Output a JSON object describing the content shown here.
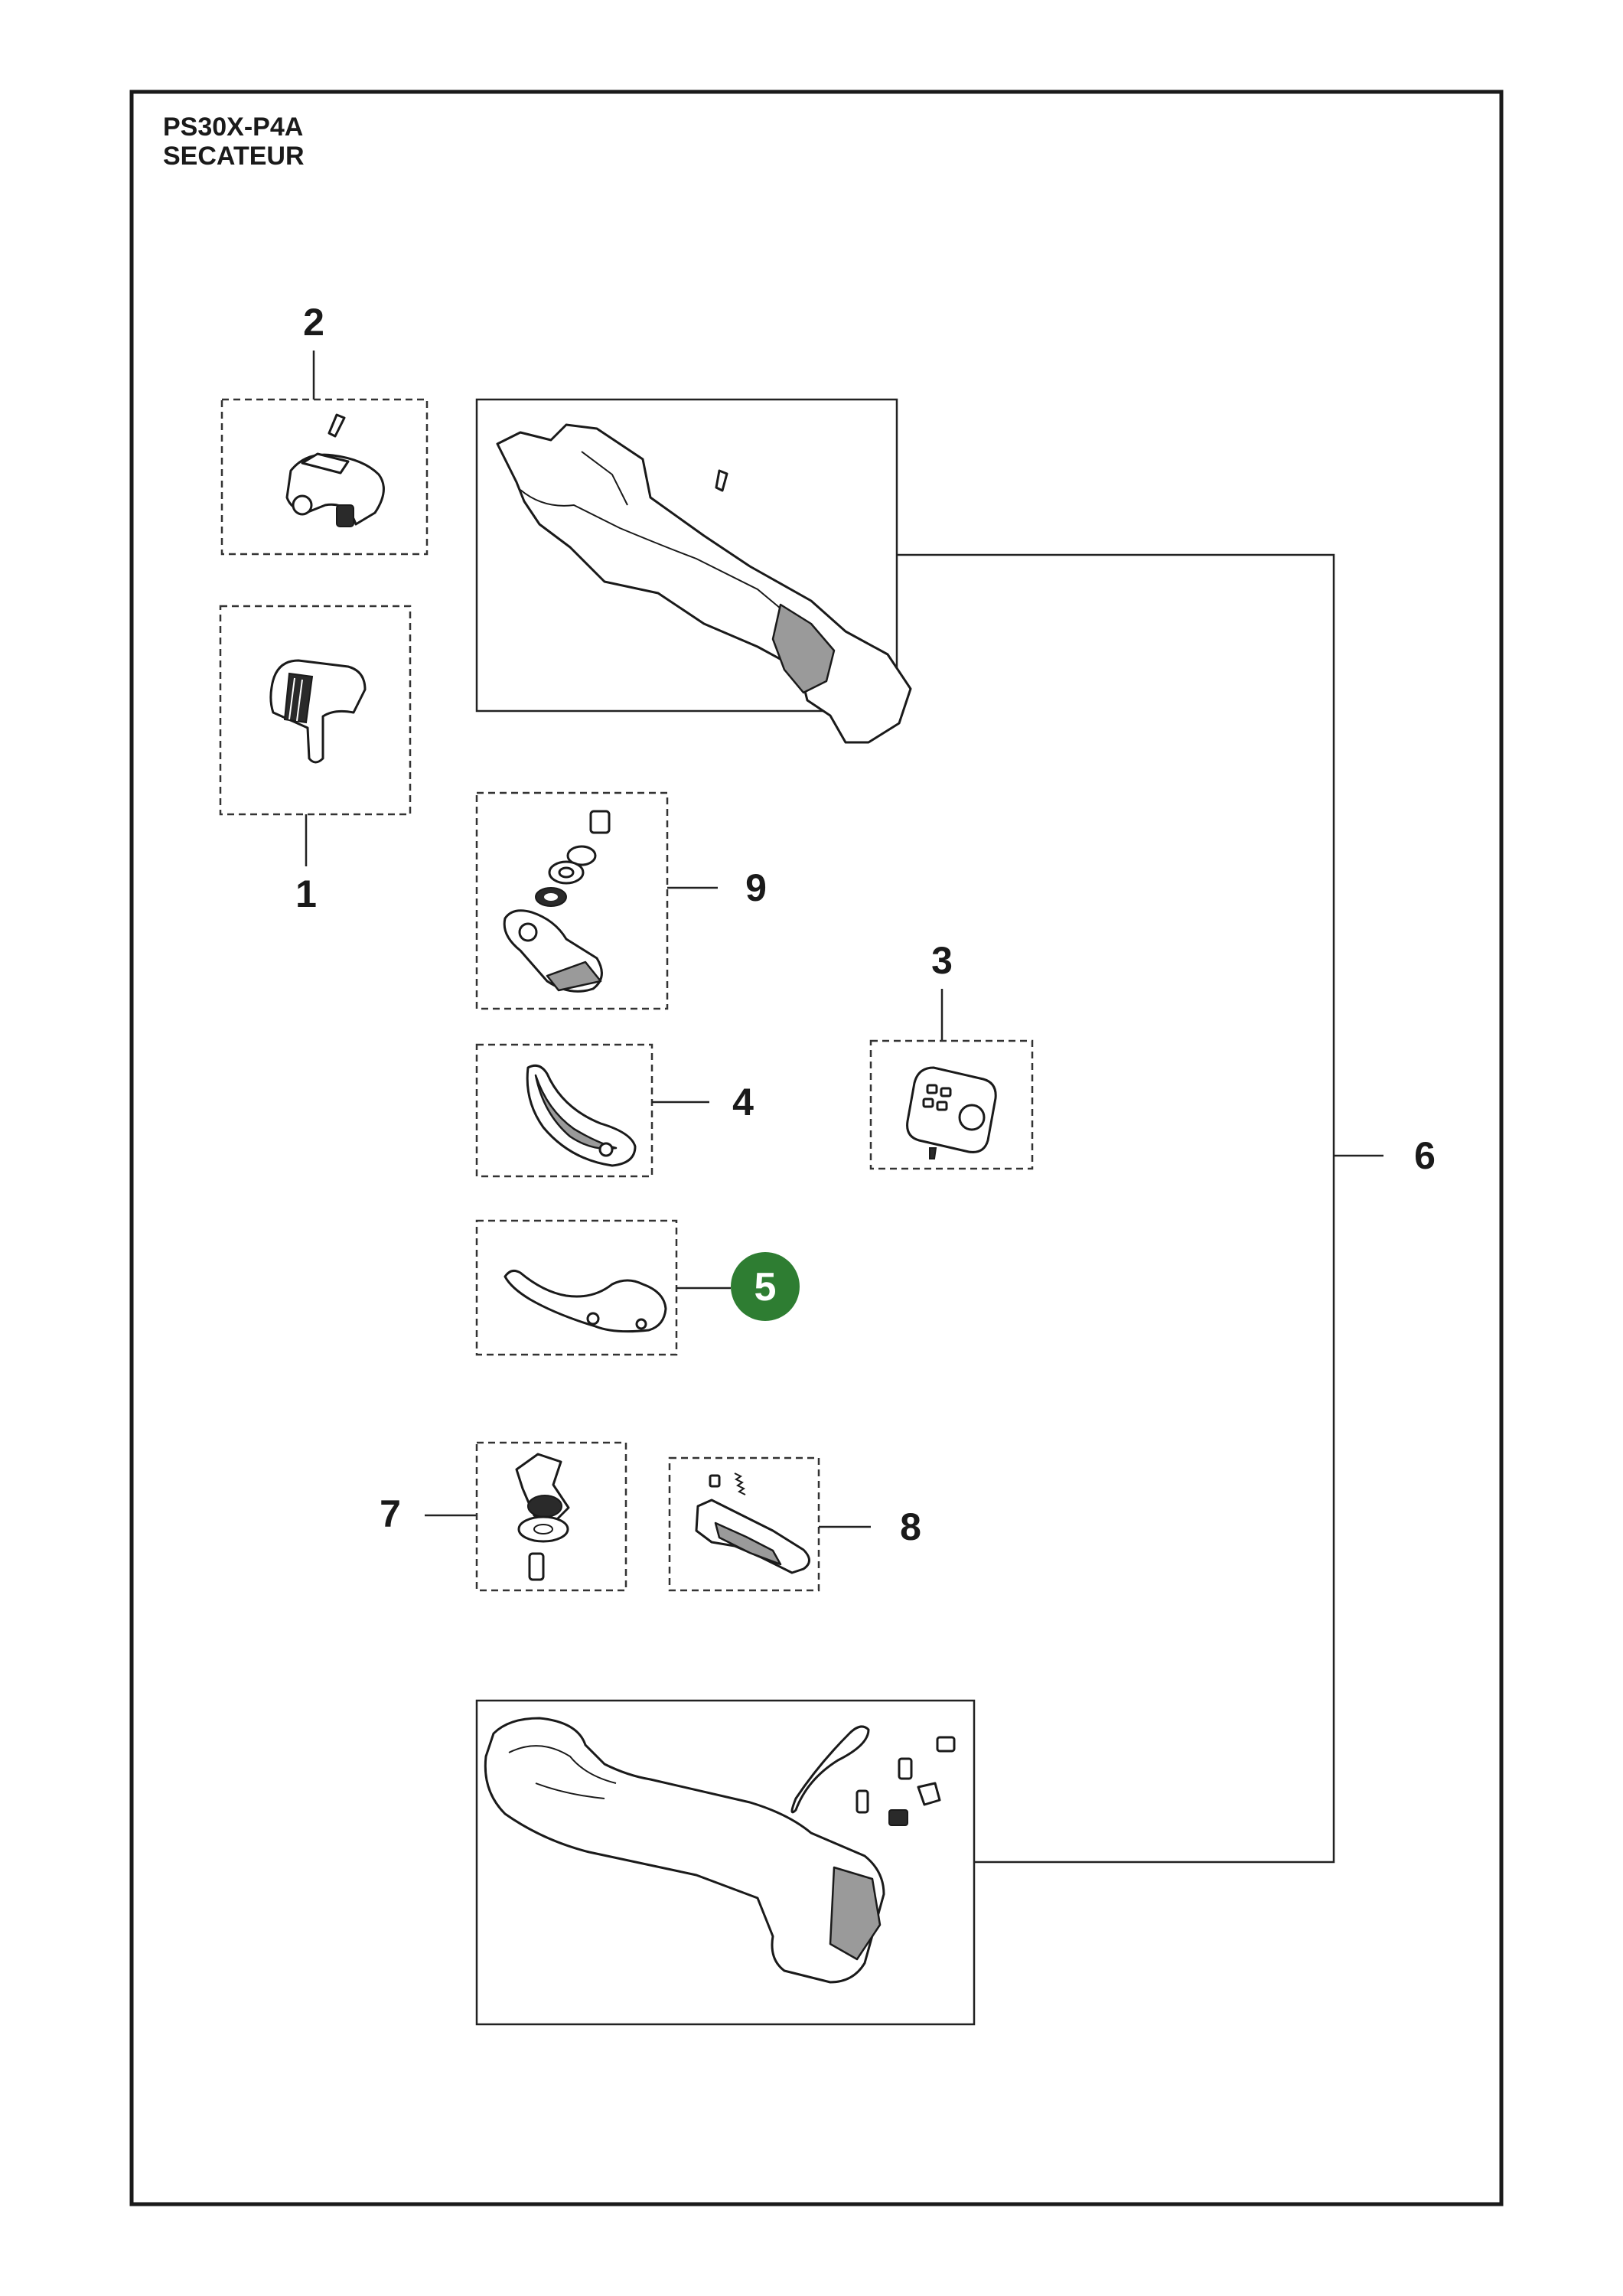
{
  "header": {
    "model": "PS30X-P4A",
    "product": "SECATEUR"
  },
  "callouts": {
    "c1": "1",
    "c2": "2",
    "c3": "3",
    "c4": "4",
    "c5": "5",
    "c6": "6",
    "c7": "7",
    "c8": "8",
    "c9": "9"
  },
  "highlight": {
    "callout": "5",
    "color": "#2e7d32"
  }
}
